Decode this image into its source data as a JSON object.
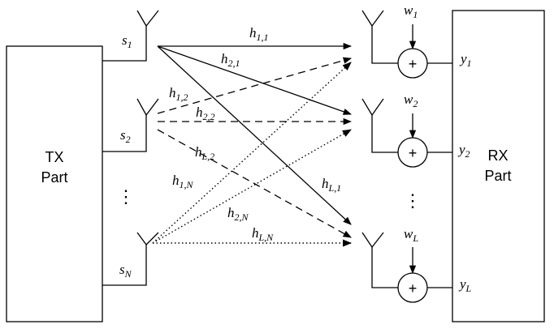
{
  "tx": {
    "line1": "TX",
    "line2": "Part"
  },
  "rx": {
    "line1": "RX",
    "line2": "Part"
  },
  "inputs": [
    {
      "sym": "s",
      "sub": "1"
    },
    {
      "sym": "s",
      "sub": "2"
    },
    {
      "sym": "s",
      "sub": "N"
    }
  ],
  "outputs": [
    {
      "sym": "y",
      "sub": "1"
    },
    {
      "sym": "y",
      "sub": "2"
    },
    {
      "sym": "y",
      "sub": "L"
    }
  ],
  "noise": [
    {
      "sym": "w",
      "sub": "1"
    },
    {
      "sym": "w",
      "sub": "2"
    },
    {
      "sym": "w",
      "sub": "L"
    }
  ],
  "channels": [
    {
      "sym": "h",
      "sub": "1,1"
    },
    {
      "sym": "h",
      "sub": "2,1"
    },
    {
      "sym": "h",
      "sub": "1,2"
    },
    {
      "sym": "h",
      "sub": "2,2"
    },
    {
      "sym": "h",
      "sub": "L,2"
    },
    {
      "sym": "h",
      "sub": "1,N"
    },
    {
      "sym": "h",
      "sub": "2,N"
    },
    {
      "sym": "h",
      "sub": "L,N"
    },
    {
      "sym": "h",
      "sub": "L,1"
    }
  ],
  "adder_symbol": "+",
  "ellipsis": "⋮"
}
